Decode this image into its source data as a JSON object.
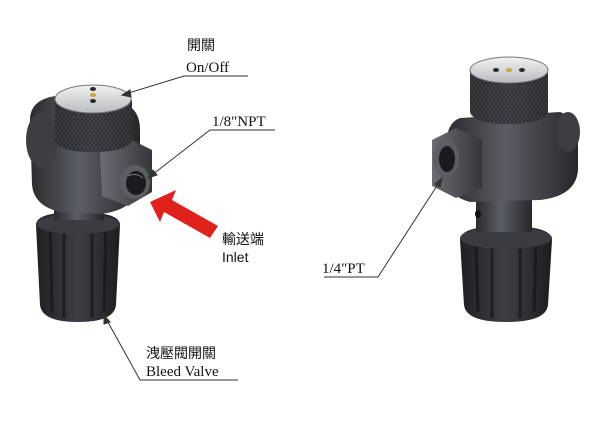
{
  "labels": {
    "on_off_zh": "開關",
    "on_off_en": "On/Off",
    "inlet_thread": "1/8\"NPT",
    "inlet_zh": "輸送端",
    "inlet_en": "Inlet",
    "bleed_zh": "洩壓閥開關",
    "bleed_en": "Bleed Valve",
    "outlet_thread": "1/4\"PT"
  },
  "colors": {
    "arrow": "#e0211c",
    "body_dark": "#2e2f33",
    "body_mid": "#4a4c52",
    "body_light": "#6b6e75",
    "leader": "#333333"
  }
}
